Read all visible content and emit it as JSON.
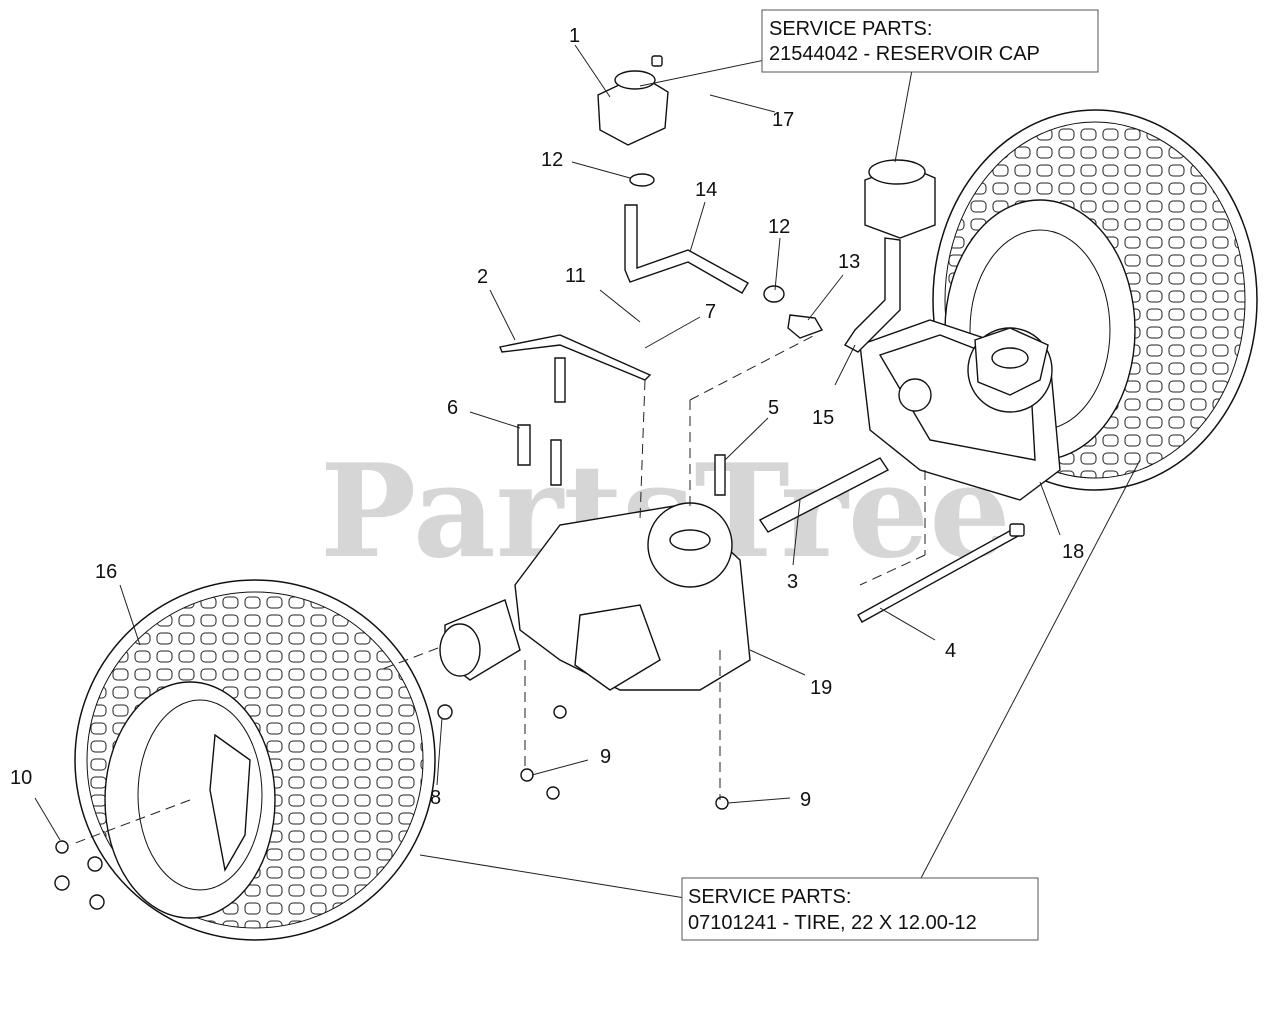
{
  "watermark": "PartsTree",
  "callouts": [
    "1",
    "2",
    "3",
    "4",
    "5",
    "6",
    "7",
    "8",
    "9",
    "9",
    "10",
    "11",
    "12",
    "12",
    "13",
    "14",
    "15",
    "16",
    "17",
    "18",
    "19"
  ],
  "service_boxes": [
    {
      "heading": "SERVICE PARTS:",
      "line": "21544042 - RESERVOIR CAP"
    },
    {
      "heading": "SERVICE PARTS:",
      "line": "07101241 - TIRE, 22 X 12.00-12"
    }
  ]
}
